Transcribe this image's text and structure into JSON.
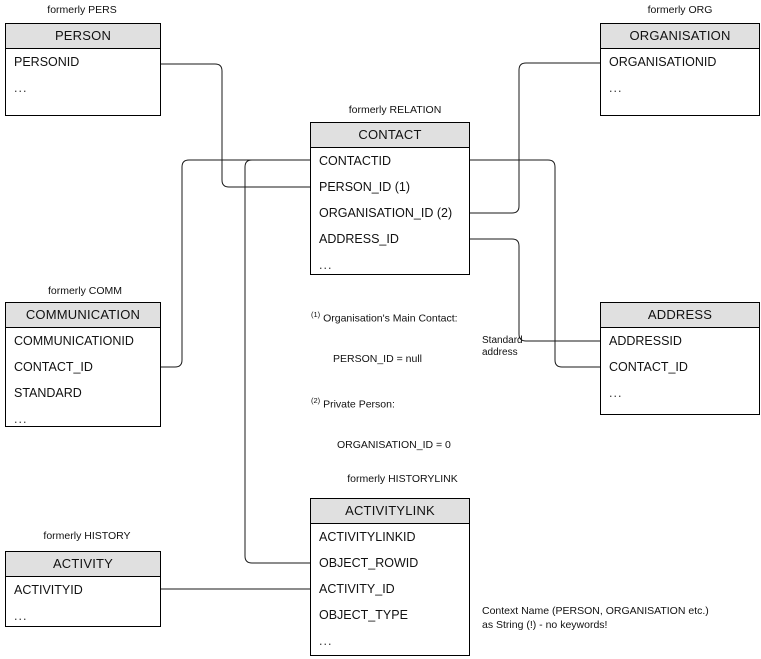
{
  "diagram": {
    "title": "Entity relationship diagram",
    "background": "#ffffff",
    "header_fill": "#e0e0e0",
    "line_color": "#1a1a1a"
  },
  "entities": [
    {
      "id": "person",
      "caption": "formerly PERS",
      "name": "PERSON",
      "attributes": [
        "PERSONID",
        "..."
      ]
    },
    {
      "id": "organisation",
      "caption": "formerly ORG",
      "name": "ORGANISATION",
      "attributes": [
        "ORGANISATIONID",
        "..."
      ]
    },
    {
      "id": "contact",
      "caption": "formerly RELATION",
      "name": "CONTACT",
      "attributes": [
        "CONTACTID",
        "PERSON_ID (1)",
        "ORGANISATION_ID (2)",
        "ADDRESS_ID",
        "..."
      ]
    },
    {
      "id": "communication",
      "caption": "formerly COMM",
      "name": "COMMUNICATION",
      "attributes": [
        "COMMUNICATIONID",
        "CONTACT_ID",
        "STANDARD",
        "..."
      ]
    },
    {
      "id": "address",
      "caption": "",
      "name": "ADDRESS",
      "attributes": [
        "ADDRESSID",
        "CONTACT_ID",
        "..."
      ]
    },
    {
      "id": "activitylink",
      "caption": "formerly HISTORYLINK",
      "name": "ACTIVITYLINK",
      "attributes": [
        "ACTIVITYLINKID",
        "OBJECT_ROWID",
        "ACTIVITY_ID",
        "OBJECT_TYPE",
        "..."
      ]
    },
    {
      "id": "activity",
      "caption": "formerly HISTORY",
      "name": "ACTIVITY",
      "attributes": [
        "ACTIVITYID",
        "..."
      ]
    }
  ],
  "annotations": {
    "contact_footnotes": [
      {
        "marker": "(1)",
        "line1": "Organisation's Main Contact:",
        "line2": "PERSON_ID = null"
      },
      {
        "marker": "(2)",
        "line1": "Private Person:",
        "line2": "ORGANISATION_ID = 0"
      }
    ],
    "standard_address_label": "Standard\naddress",
    "object_type_note": "Context Name (PERSON, ORGANISATION etc.)\nas String (!) - no keywords!"
  }
}
